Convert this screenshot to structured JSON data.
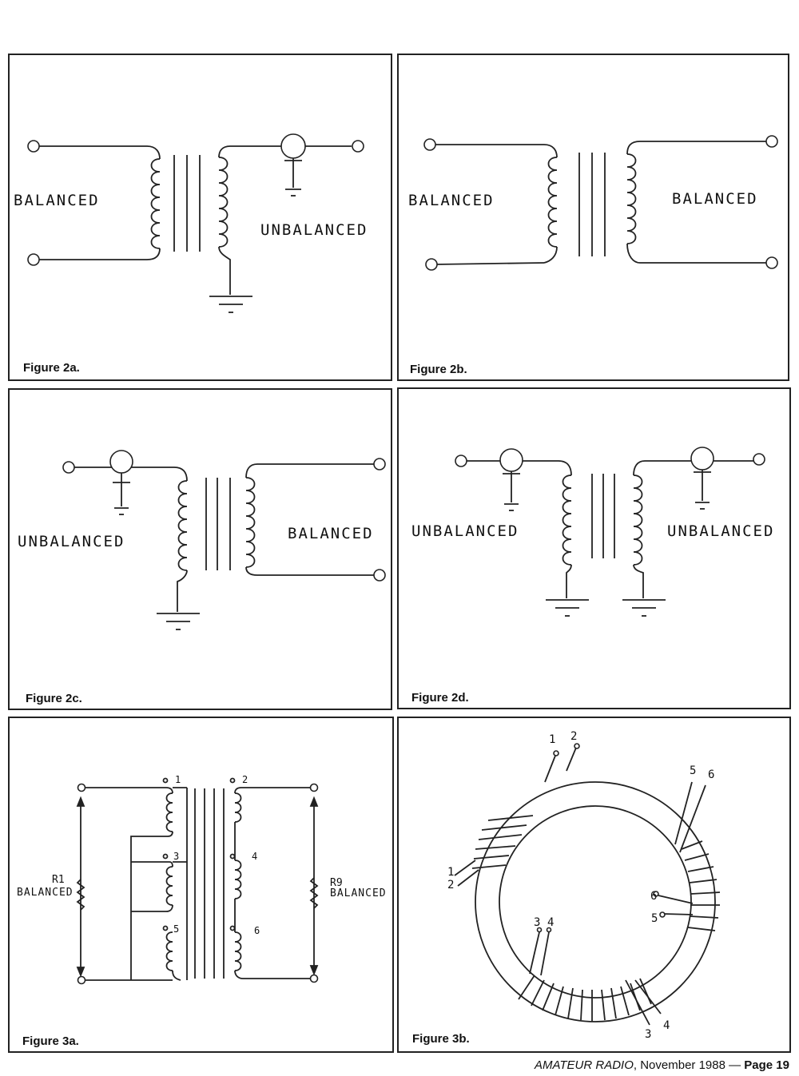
{
  "figures": {
    "fig2a": {
      "caption": "Figure 2a.",
      "left_label": "BALANCED",
      "right_label": "UNBALANCED"
    },
    "fig2b": {
      "caption": "Figure 2b.",
      "left_label": "BALANCED",
      "right_label": "BALANCED"
    },
    "fig2c": {
      "caption": "Figure 2c.",
      "left_label": "UNBALANCED",
      "right_label": "BALANCED"
    },
    "fig2d": {
      "caption": "Figure 2d.",
      "left_label": "UNBALANCED",
      "right_label": "UNBALANCED"
    },
    "fig3a": {
      "caption": "Figure 3a.",
      "left_resistor": "R1",
      "left_label": "BALANCED",
      "right_resistor": "R9",
      "right_label": "BALANCED",
      "taps": [
        "1",
        "2",
        "3",
        "4",
        "5",
        "6"
      ]
    },
    "fig3b": {
      "caption": "Figure 3b.",
      "leads": [
        "1",
        "2",
        "5",
        "6",
        "1",
        "2",
        "6",
        "5",
        "3",
        "4",
        "3",
        "4"
      ]
    }
  },
  "footer": {
    "magazine": "AMATEUR RADIO",
    "issue": ", November 1988 — ",
    "page": "Page 19"
  }
}
